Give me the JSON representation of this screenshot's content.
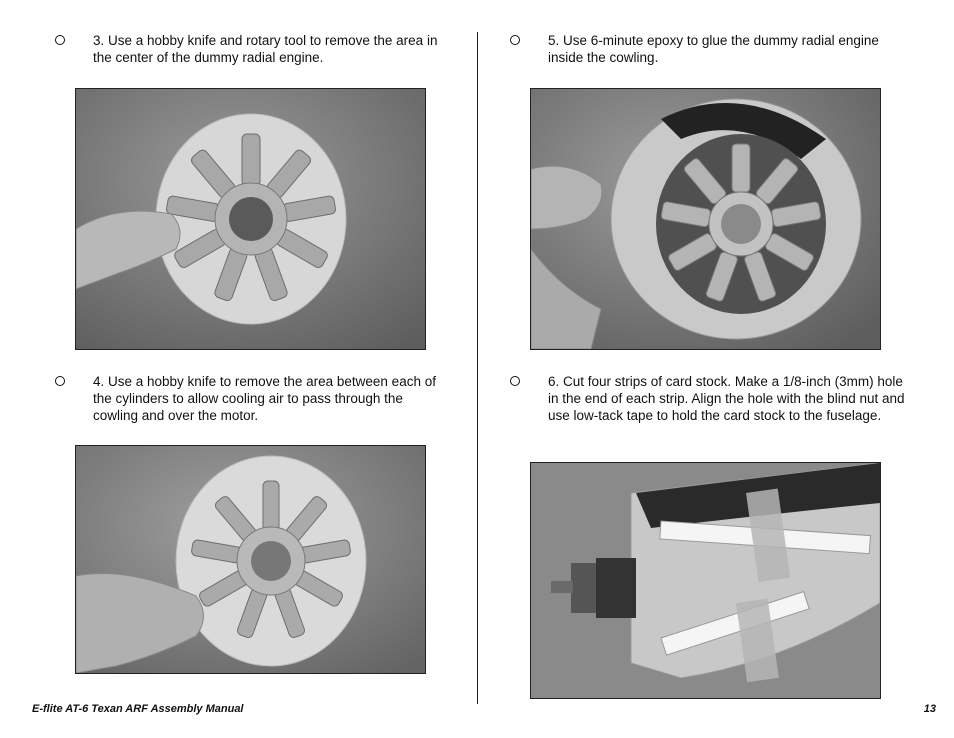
{
  "steps": [
    {
      "text": "3. Use a hobby knife and rotary tool to remove the area in the center of the dummy radial engine."
    },
    {
      "text": "4. Use a hobby knife to remove the area between each of the cylinders to allow cooling air to pass through the cowling and over the motor."
    },
    {
      "text": "5. Use 6-minute epoxy to glue the dummy radial engine inside the cowling."
    },
    {
      "text": "6. Cut four strips of card stock. Make a 1/8-inch (3mm) hole in the end of each strip. Align the hole with the blind nut and use low-tack tape to hold the card stock to the fuselage."
    }
  ],
  "footer": {
    "manual_title": "E-flite AT-6 Texan ARF Assembly Manual",
    "page_number": "13"
  }
}
